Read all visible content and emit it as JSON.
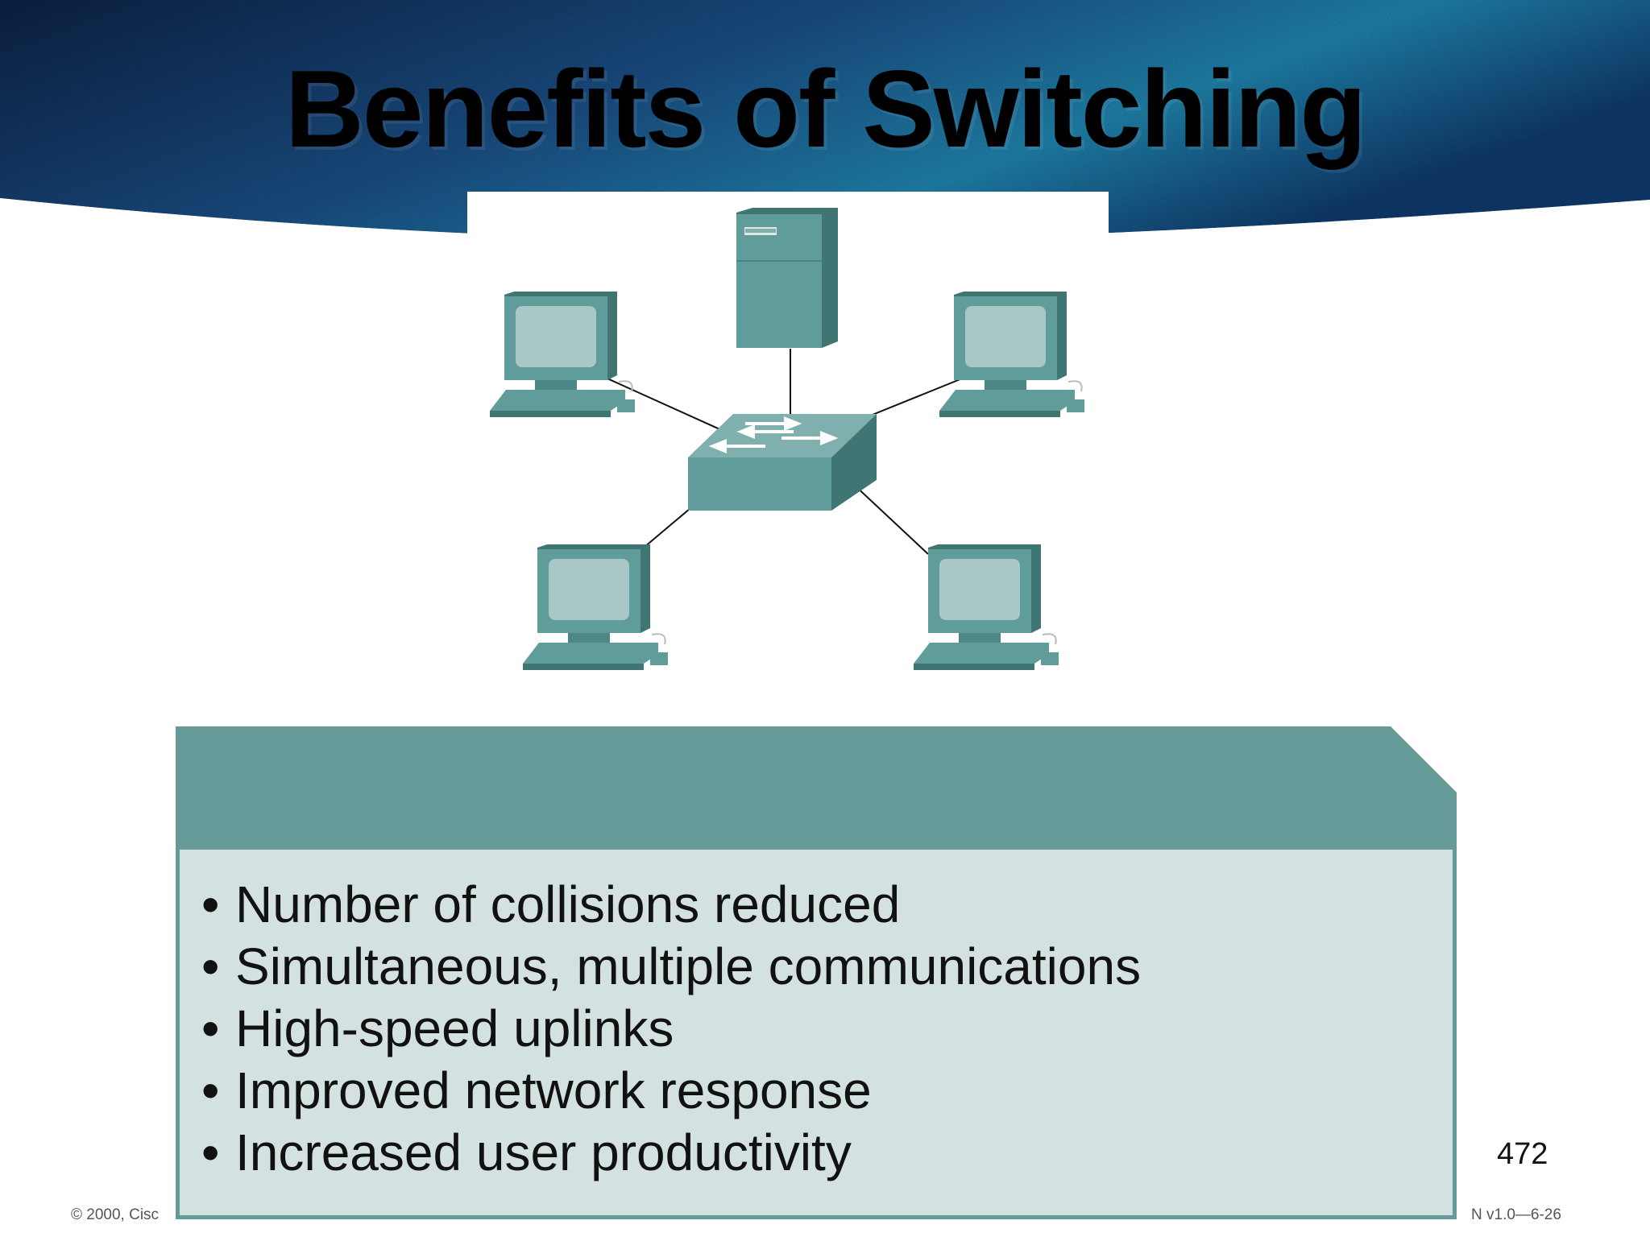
{
  "slide": {
    "title": "Benefits of Switching",
    "bullets": [
      "Number of collisions reduced",
      "Simultaneous, multiple communications",
      "High-speed uplinks",
      "Improved network response",
      "Increased user productivity"
    ],
    "bullet_symbol": "•",
    "page_number": "472",
    "footer_left": "© 2000, Cisc",
    "footer_right": "N v1.0—6-26"
  },
  "colors": {
    "banner_dark": "#0d2a55",
    "banner_light": "#1f86b0",
    "teal": "#5f9c9a",
    "teal_dark": "#3f7674",
    "teal_light": "#a8c7c6",
    "box_header": "#669a98",
    "box_body": "#d3e2e1"
  },
  "diagram": {
    "devices": [
      {
        "name": "server",
        "icon": "server-icon"
      },
      {
        "name": "workstation-top-left",
        "icon": "workstation-icon"
      },
      {
        "name": "workstation-top-right",
        "icon": "workstation-icon"
      },
      {
        "name": "workstation-bottom-left",
        "icon": "workstation-icon"
      },
      {
        "name": "workstation-bottom-right",
        "icon": "workstation-icon"
      },
      {
        "name": "switch",
        "icon": "switch-icon"
      }
    ]
  }
}
